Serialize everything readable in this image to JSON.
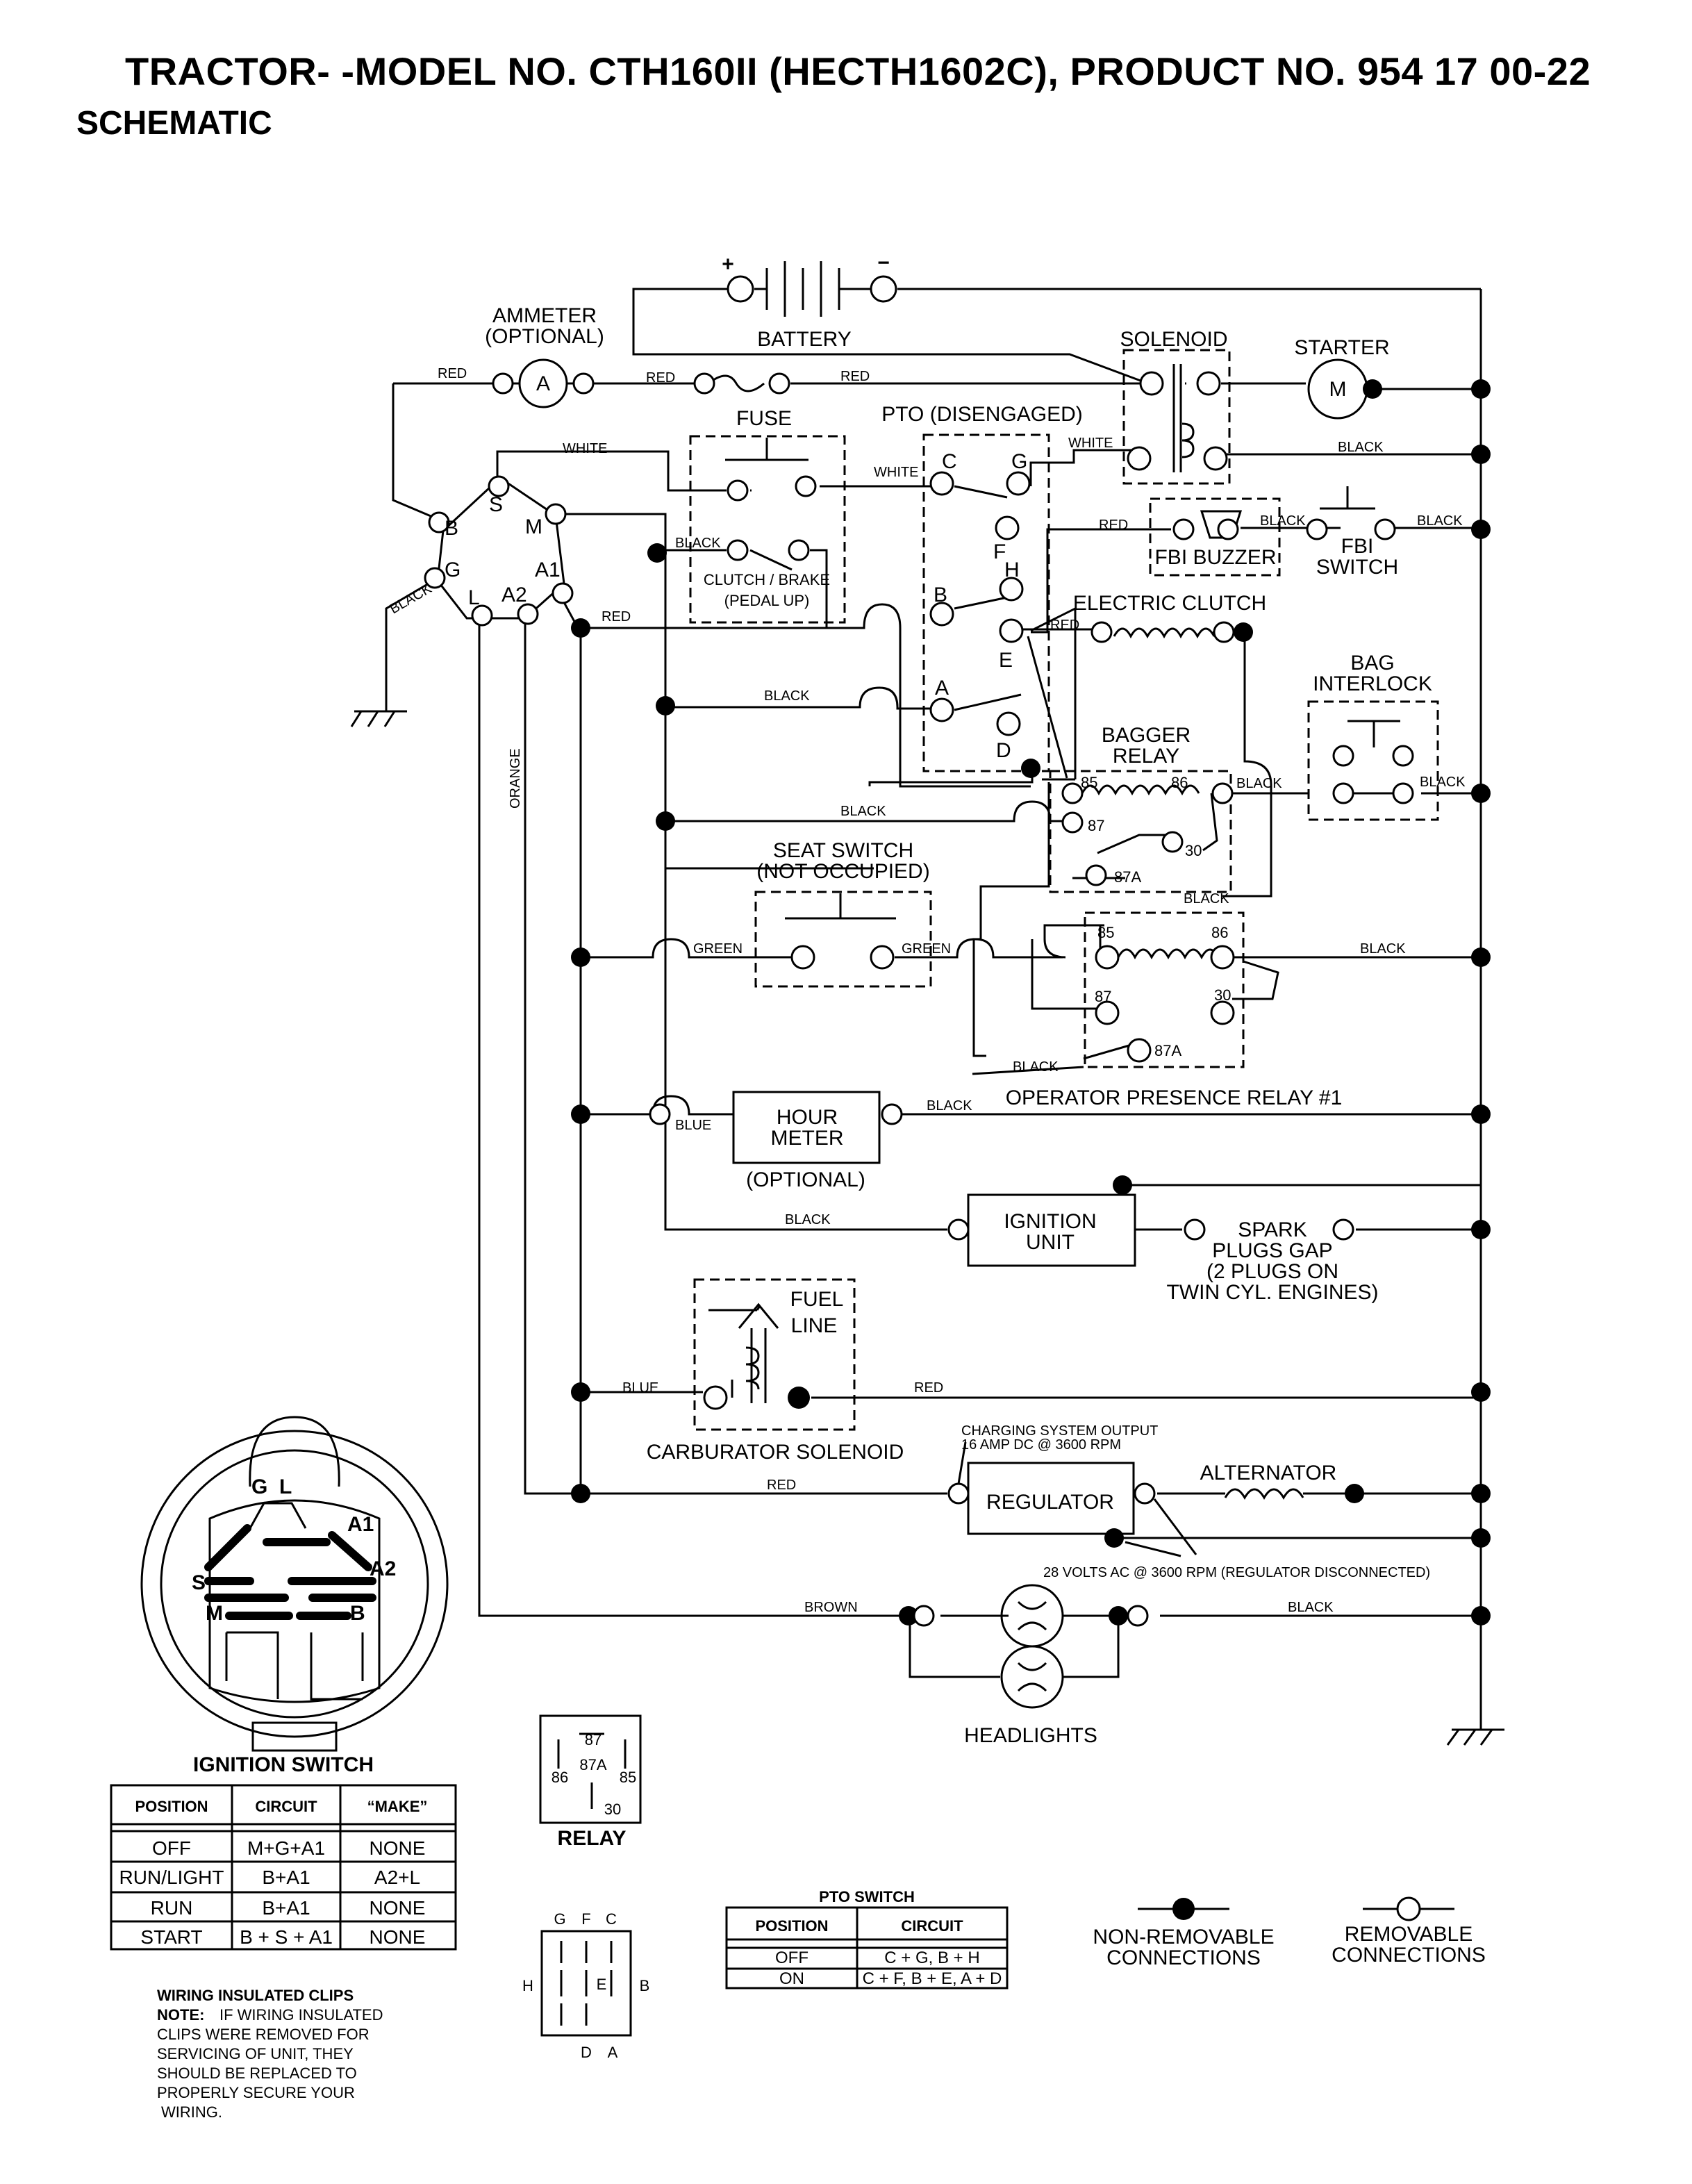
{
  "header": {
    "title": "TRACTOR- -MODEL NO. CTH160II (HECTH1602C), PRODUCT NO. 954 17 00-22",
    "subtitle": "SCHEMATIC"
  },
  "components": {
    "battery": "BATTERY",
    "battery_plus": "+",
    "battery_minus": "−",
    "ammeter": "AMMETER",
    "ammeter_optional": "(OPTIONAL)",
    "ammeter_letter": "A",
    "fuse": "FUSE",
    "solenoid": "SOLENOID",
    "starter": "STARTER",
    "starter_letter": "M",
    "pto": "PTO (DISENGAGED)",
    "clutch_brake_1": "CLUTCH / BRAKE",
    "clutch_brake_2": "(PEDAL UP)",
    "fbi_buzzer": "FBI BUZZER",
    "fbi_switch_1": "FBI",
    "fbi_switch_2": "SWITCH",
    "electric_clutch": "ELECTRIC CLUTCH",
    "bag_interlock_1": "BAG",
    "bag_interlock_2": "INTERLOCK",
    "bagger_relay_1": "BAGGER",
    "bagger_relay_2": "RELAY",
    "seat_switch_1": "SEAT SWITCH",
    "seat_switch_2": "(NOT OCCUPIED)",
    "operator_relay": "OPERATOR PRESENCE RELAY #1",
    "hour_meter_1": "HOUR",
    "hour_meter_2": "METER",
    "hour_meter_optional": "(OPTIONAL)",
    "ignition_unit_1": "IGNITION",
    "ignition_unit_2": "UNIT",
    "spark_1": "SPARK",
    "spark_2": "PLUGS GAP",
    "spark_3": "(2 PLUGS ON",
    "spark_4": "TWIN CYL. ENGINES)",
    "fuel_line_1": "FUEL",
    "fuel_line_2": "LINE",
    "carb_solenoid": "CARBURATOR SOLENOID",
    "charging_1": "CHARGING SYSTEM OUTPUT",
    "charging_2": "16 AMP DC @ 3600 RPM",
    "regulator": "REGULATOR",
    "alternator": "ALTERNATOR",
    "volts_note": "28 VOLTS AC @ 3600 RPM (REGULATOR DISCONNECTED)",
    "headlights": "HEADLIGHTS",
    "relay": "RELAY"
  },
  "pto_terminals": [
    "C",
    "G",
    "F",
    "H",
    "B",
    "E",
    "A",
    "D"
  ],
  "ignition_terminals": [
    "S",
    "B",
    "M",
    "G",
    "A1",
    "L",
    "A2"
  ],
  "relay_terminals": [
    "85",
    "86",
    "87",
    "30",
    "87A"
  ],
  "relay_diagram_labels": [
    "87",
    "87A",
    "86",
    "85",
    "30"
  ],
  "wires": {
    "red": "RED",
    "white": "WHITE",
    "black": "BLACK",
    "green": "GREEN",
    "blue": "BLUE",
    "orange": "ORANGE",
    "brown": "BROWN"
  },
  "ignition_switch": {
    "title": "IGNITION SWITCH",
    "face_labels": [
      "G",
      "L",
      "A1",
      "A2",
      "S",
      "M",
      "B"
    ],
    "headers": [
      "POSITION",
      "CIRCUIT",
      "“MAKE”"
    ],
    "rows": [
      [
        "OFF",
        "M+G+A1",
        "NONE"
      ],
      [
        "RUN/LIGHT",
        "B+A1",
        "A2+L"
      ],
      [
        "RUN",
        "B+A1",
        "NONE"
      ],
      [
        "START",
        "B + S + A1",
        "NONE"
      ]
    ]
  },
  "pto_switch": {
    "title": "PTO SWITCH",
    "headers": [
      "POSITION",
      "CIRCUIT"
    ],
    "rows": [
      [
        "OFF",
        "C + G, B + H"
      ],
      [
        "ON",
        "C + F, B + E, A + D"
      ]
    ]
  },
  "pto_diagram_labels": [
    "G",
    "F",
    "C",
    "H",
    "E",
    "B",
    "D",
    "A"
  ],
  "legend": {
    "non_removable_1": "NON-REMOVABLE",
    "non_removable_2": "CONNECTIONS",
    "removable_1": "REMOVABLE",
    "removable_2": "CONNECTIONS"
  },
  "clips_note": {
    "title": "WIRING INSULATED CLIPS",
    "note_label": "NOTE:",
    "lines": [
      "IF WIRING INSULATED",
      "CLIPS WERE REMOVED FOR",
      "SERVICING OF UNIT, THEY",
      "SHOULD BE REPLACED TO",
      "PROPERLY SECURE YOUR",
      "WIRING."
    ]
  }
}
